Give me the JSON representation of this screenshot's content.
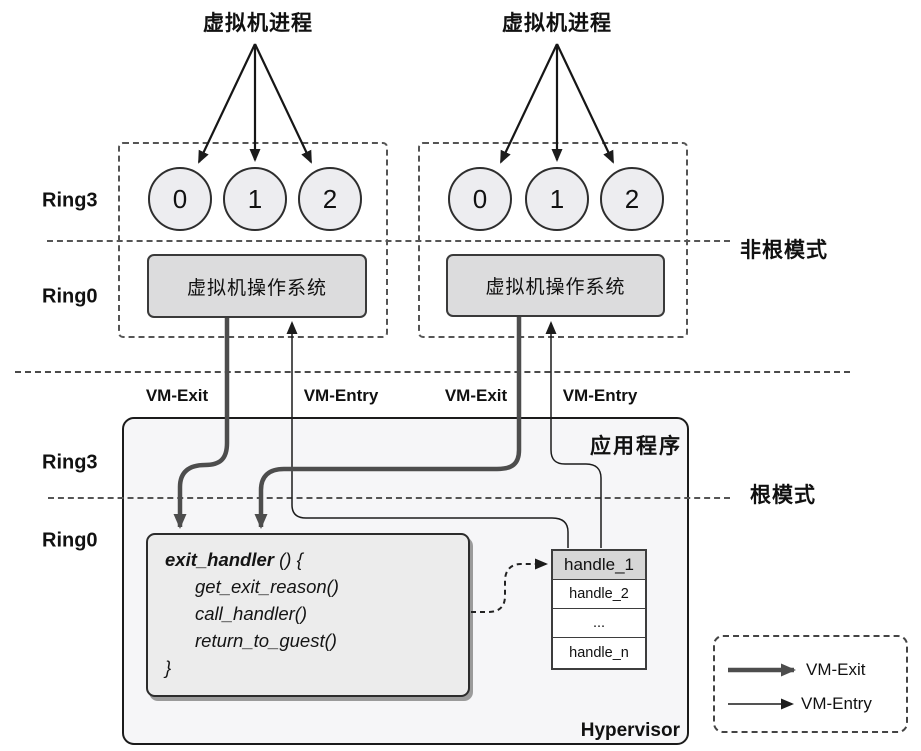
{
  "top": {
    "process_label_left": "虚拟机进程",
    "process_label_right": "虚拟机进程",
    "ring3": "Ring3",
    "ring0": "Ring0",
    "mode_label": "非根模式",
    "left_group": {
      "circles": [
        "0",
        "1",
        "2"
      ],
      "os_label": "虚拟机操作系统"
    },
    "right_group": {
      "circles": [
        "0",
        "1",
        "2"
      ],
      "os_label": "虚拟机操作系统"
    }
  },
  "transitions": {
    "exit_left": "VM-Exit",
    "entry_left": "VM-Entry",
    "exit_right": "VM-Exit",
    "entry_right": "VM-Entry"
  },
  "bottom": {
    "ring3": "Ring3",
    "ring0": "Ring0",
    "mode_label": "根模式",
    "app_label": "应用程序",
    "hypervisor_label": "Hypervisor",
    "exit_handler": {
      "signature_name": "exit_handler",
      "signature_rest": " () {",
      "body": [
        "get_exit_reason()",
        "call_handler()",
        "return_to_guest()"
      ],
      "closing_brace": "}"
    },
    "handle_table": {
      "rows": [
        "handle_1",
        "handle_2",
        "...",
        "handle_n"
      ]
    }
  },
  "legend": {
    "exit_label": "VM-Exit",
    "entry_label": "VM-Entry"
  },
  "colors": {
    "thick_arrow": "#4d4d4d",
    "thin_arrow": "#1c1c1c",
    "os_box_fill": "#dcdcdd",
    "circle_fill": "#ededf0",
    "panel_fill": "#f6f6f8",
    "handler_fill": "#ececec",
    "handle_header_fill": "#d6d6d6"
  }
}
